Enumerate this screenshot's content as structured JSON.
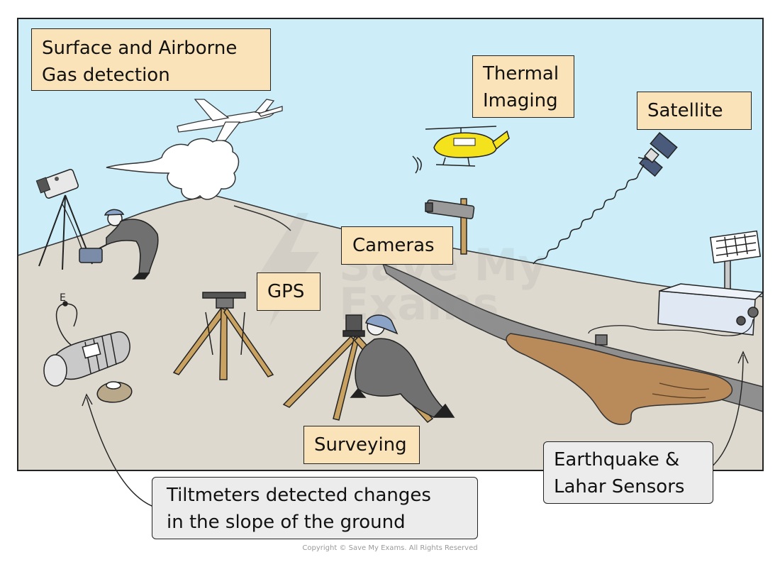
{
  "labels": {
    "gas_line1": "Surface and Airborne",
    "gas_line2": "Gas detection",
    "thermal_line1": "Thermal",
    "thermal_line2": "Imaging",
    "satellite": "Satellite",
    "cameras": "Cameras",
    "gps": "GPS",
    "surveying": "Surveying",
    "earthquake_line1": "Earthquake &",
    "earthquake_line2": "Lahar Sensors",
    "tilt_line1": "Tiltmeters detected changes",
    "tilt_line2": "in the slope of the ground"
  },
  "watermark": {
    "line1": "Save My",
    "line2": "Exams"
  },
  "copyright": "Copyright © Save My Exams. All Rights Reserved",
  "colors": {
    "sky": "#cdeef8",
    "ground": "#ddd9cf",
    "label_fill": "#fbe3b9",
    "callout_fill": "#ececec",
    "lahar": "#b98a5a",
    "helicopter": "#f4e21c",
    "worker": "#6f6f6f"
  }
}
